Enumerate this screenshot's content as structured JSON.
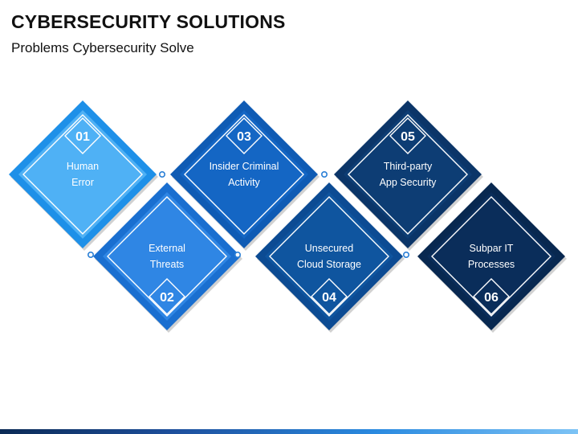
{
  "title": "CYBERSECURITY SOLUTIONS",
  "subtitle": "Problems Cybersecurity Solve",
  "colors": {
    "c1_outer": "#1e90e8",
    "c1_inner": "#4fb1f5",
    "c2_outer": "#1a6fd0",
    "c2_inner": "#2f86e4",
    "c3_outer": "#0f5bb4",
    "c3_inner": "#1466c4",
    "c4_outer": "#0c4b93",
    "c4_inner": "#0f559f",
    "c5_outer": "#0b3568",
    "c5_inner": "#0d3d74",
    "c6_outer": "#082850",
    "c6_inner": "#0a2d5a"
  },
  "items": [
    {
      "num": "01",
      "line1": "Human",
      "line2": "Error",
      "color": "c1"
    },
    {
      "num": "02",
      "line1": "External",
      "line2": "Threats",
      "color": "c2"
    },
    {
      "num": "03",
      "line1": "Insider Criminal",
      "line2": "Activity",
      "color": "c3"
    },
    {
      "num": "04",
      "line1": "Unsecured",
      "line2": "Cloud Storage",
      "color": "c4"
    },
    {
      "num": "05",
      "line1": "Third-party",
      "line2": "App Security",
      "color": "c5"
    },
    {
      "num": "06",
      "line1": "Subpar IT",
      "line2": "Processes",
      "color": "c6"
    }
  ]
}
